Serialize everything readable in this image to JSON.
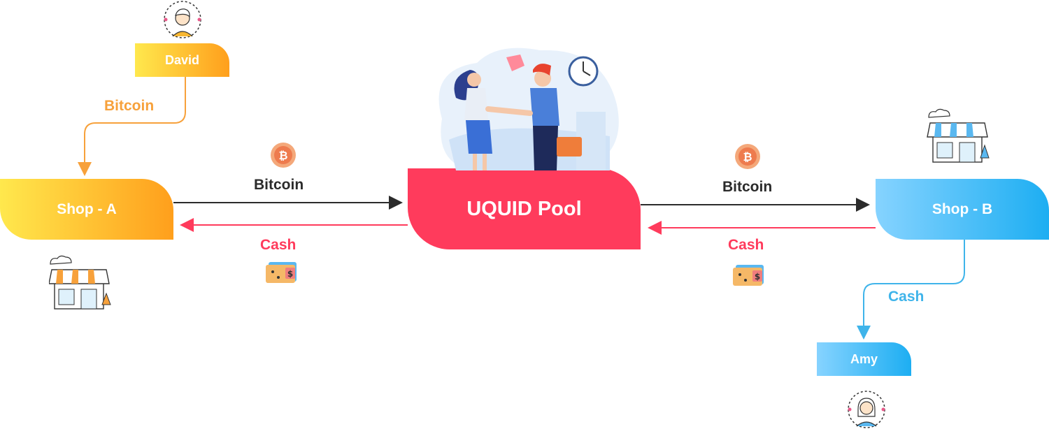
{
  "nodes": {
    "david": "David",
    "shop_a": "Shop - A",
    "pool": "UQUID Pool",
    "shop_b": "Shop - B",
    "amy": "Amy"
  },
  "edges": {
    "david_to_shop_a": "Bitcoin",
    "shop_a_to_pool": "Bitcoin",
    "pool_to_shop_a": "Cash",
    "pool_to_shop_b": "Bitcoin",
    "shop_b_to_pool": "Cash",
    "shop_b_to_amy": "Cash"
  },
  "icons": {
    "bitcoin_coin": "bitcoin-icon",
    "cash": "cash-wallet-icon",
    "store": "store-icon",
    "avatar_male": "user-avatar-icon",
    "avatar_female": "user-avatar-icon",
    "handshake_illustration": "handshake-illustration"
  },
  "colors": {
    "orange": "#f7a13b",
    "pool_red": "#ff3b5c",
    "blue": "#3fb4ea",
    "dark_arrow": "#2b2b2b"
  }
}
